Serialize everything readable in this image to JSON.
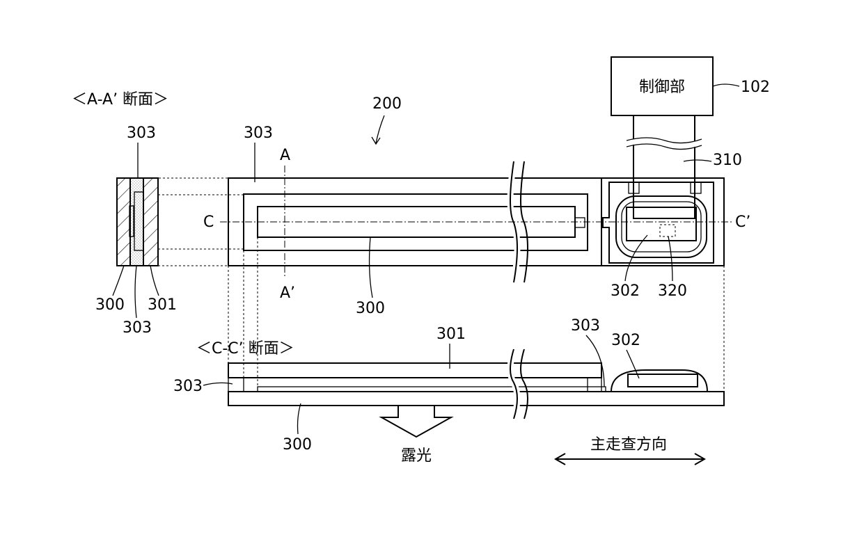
{
  "section_aa": {
    "title": "＜A-A’ 断面＞"
  },
  "section_cc": {
    "title": "＜C-C’ 断面＞"
  },
  "labels": {
    "ref_200": "200",
    "ref_102": "102",
    "ref_310": "310",
    "ref_302_top": "302",
    "ref_320": "320",
    "ref_300_plan": "300",
    "ref_303_plan": "303",
    "ref_303_aa_top": "303",
    "ref_300_aa": "300",
    "ref_303_aa_bottom": "303",
    "ref_301_aa": "301",
    "ref_301_cc": "301",
    "ref_303_cc_right": "303",
    "ref_302_cc": "302",
    "ref_303_cc_left": "303",
    "ref_300_cc": "300",
    "mark_a": "A",
    "mark_a_prime": "A’",
    "mark_c": "C",
    "mark_c_prime": "C’"
  },
  "control_unit": {
    "label": "制御部"
  },
  "exposure": {
    "label": "露光"
  },
  "main_scan": {
    "label": "主走查方向"
  }
}
